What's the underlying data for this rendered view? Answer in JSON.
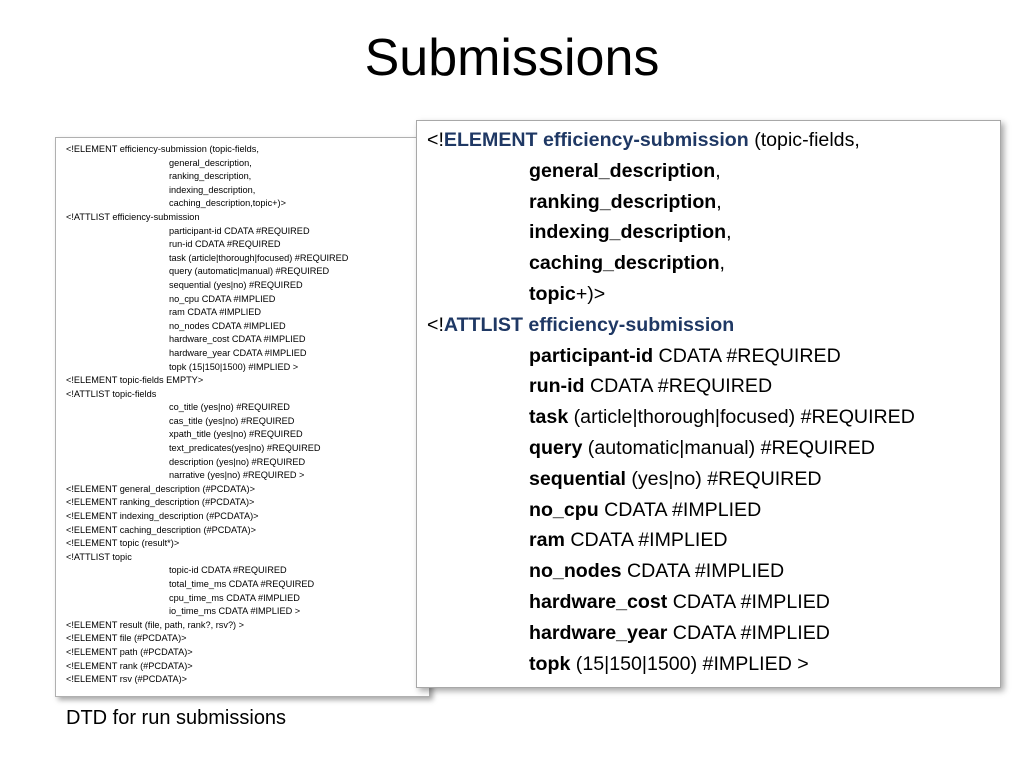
{
  "slide": {
    "title": "Submissions",
    "caption": "DTD for run submissions"
  },
  "full_dtd": [
    {
      "text": "<!ELEMENT efficiency-submission (topic-fields,",
      "indent": false
    },
    {
      "text": "general_description,",
      "indent": true
    },
    {
      "text": "ranking_description,",
      "indent": true
    },
    {
      "text": "indexing_description,",
      "indent": true
    },
    {
      "text": "caching_description,topic+)>",
      "indent": true
    },
    {
      "text": "<!ATTLIST efficiency-submission",
      "indent": false
    },
    {
      "text": "participant-id CDATA #REQUIRED",
      "indent": true
    },
    {
      "text": "run-id CDATA #REQUIRED",
      "indent": true
    },
    {
      "text": "task (article|thorough|focused) #REQUIRED",
      "indent": true
    },
    {
      "text": "query (automatic|manual) #REQUIRED",
      "indent": true
    },
    {
      "text": "sequential (yes|no) #REQUIRED",
      "indent": true
    },
    {
      "text": "no_cpu CDATA #IMPLIED",
      "indent": true
    },
    {
      "text": "ram CDATA #IMPLIED",
      "indent": true
    },
    {
      "text": "no_nodes CDATA #IMPLIED",
      "indent": true
    },
    {
      "text": "hardware_cost CDATA #IMPLIED",
      "indent": true
    },
    {
      "text": "hardware_year CDATA #IMPLIED",
      "indent": true
    },
    {
      "text": "topk (15|150|1500) #IMPLIED >",
      "indent": true
    },
    {
      "text": "<!ELEMENT topic-fields EMPTY>",
      "indent": false
    },
    {
      "text": "<!ATTLIST topic-fields",
      "indent": false
    },
    {
      "text": "co_title (yes|no) #REQUIRED",
      "indent": true
    },
    {
      "text": "cas_title (yes|no) #REQUIRED",
      "indent": true
    },
    {
      "text": "xpath_title (yes|no) #REQUIRED",
      "indent": true
    },
    {
      "text": "text_predicates(yes|no) #REQUIRED",
      "indent": true
    },
    {
      "text": "description (yes|no) #REQUIRED",
      "indent": true
    },
    {
      "text": "narrative (yes|no) #REQUIRED >",
      "indent": true
    },
    {
      "text": "<!ELEMENT general_description (#PCDATA)>",
      "indent": false
    },
    {
      "text": "<!ELEMENT ranking_description (#PCDATA)>",
      "indent": false
    },
    {
      "text": "<!ELEMENT indexing_description (#PCDATA)>",
      "indent": false
    },
    {
      "text": "<!ELEMENT caching_description (#PCDATA)>",
      "indent": false
    },
    {
      "text": "<!ELEMENT topic (result*)>",
      "indent": false
    },
    {
      "text": "<!ATTLIST topic",
      "indent": false
    },
    {
      "text": "topic-id CDATA #REQUIRED",
      "indent": true
    },
    {
      "text": "total_time_ms CDATA #REQUIRED",
      "indent": true
    },
    {
      "text": "cpu_time_ms CDATA #IMPLIED",
      "indent": true
    },
    {
      "text": "io_time_ms CDATA #IMPLIED >",
      "indent": true
    },
    {
      "text": "<!ELEMENT result (file, path, rank?, rsv?) >",
      "indent": false
    },
    {
      "text": "<!ELEMENT file (#PCDATA)>",
      "indent": false
    },
    {
      "text": "<!ELEMENT path (#PCDATA)>",
      "indent": false
    },
    {
      "text": "<!ELEMENT rank (#PCDATA)>",
      "indent": false
    },
    {
      "text": "<!ELEMENT rsv (#PCDATA)>",
      "indent": false
    }
  ],
  "zoom_dtd": [
    {
      "indent": false,
      "segments": [
        {
          "text": "<!",
          "style": "plain"
        },
        {
          "text": "ELEMENT efficiency-submission",
          "style": "keyword"
        },
        {
          "text": " (topic-fields,",
          "style": "plain"
        }
      ]
    },
    {
      "indent": true,
      "segments": [
        {
          "text": "general_description",
          "style": "name"
        },
        {
          "text": ",",
          "style": "plain"
        }
      ]
    },
    {
      "indent": true,
      "segments": [
        {
          "text": "ranking_description",
          "style": "name"
        },
        {
          "text": ",",
          "style": "plain"
        }
      ]
    },
    {
      "indent": true,
      "segments": [
        {
          "text": "indexing_description",
          "style": "name"
        },
        {
          "text": ",",
          "style": "plain"
        }
      ]
    },
    {
      "indent": true,
      "segments": [
        {
          "text": "caching_description",
          "style": "name"
        },
        {
          "text": ",",
          "style": "plain"
        }
      ]
    },
    {
      "indent": true,
      "segments": [
        {
          "text": "topic",
          "style": "name"
        },
        {
          "text": "+)>",
          "style": "plain"
        }
      ]
    },
    {
      "indent": false,
      "segments": [
        {
          "text": "<!",
          "style": "plain"
        },
        {
          "text": "ATTLIST efficiency-submission",
          "style": "keyword"
        }
      ]
    },
    {
      "indent": true,
      "segments": [
        {
          "text": "participant-id",
          "style": "name"
        },
        {
          "text": " CDATA #REQUIRED",
          "style": "plain"
        }
      ]
    },
    {
      "indent": true,
      "segments": [
        {
          "text": "run-id",
          "style": "name"
        },
        {
          "text": " CDATA #REQUIRED",
          "style": "plain"
        }
      ]
    },
    {
      "indent": true,
      "segments": [
        {
          "text": "task",
          "style": "name"
        },
        {
          "text": " (article|thorough|focused) #REQUIRED",
          "style": "plain"
        }
      ]
    },
    {
      "indent": true,
      "segments": [
        {
          "text": "query",
          "style": "name"
        },
        {
          "text": " (automatic|manual) #REQUIRED",
          "style": "plain"
        }
      ]
    },
    {
      "indent": true,
      "segments": [
        {
          "text": "sequential",
          "style": "name"
        },
        {
          "text": " (yes|no) #REQUIRED",
          "style": "plain"
        }
      ]
    },
    {
      "indent": true,
      "segments": [
        {
          "text": "no_cpu",
          "style": "name"
        },
        {
          "text": " CDATA #IMPLIED",
          "style": "plain"
        }
      ]
    },
    {
      "indent": true,
      "segments": [
        {
          "text": "ram",
          "style": "name"
        },
        {
          "text": " CDATA #IMPLIED",
          "style": "plain"
        }
      ]
    },
    {
      "indent": true,
      "segments": [
        {
          "text": "no_nodes",
          "style": "name"
        },
        {
          "text": " CDATA #IMPLIED",
          "style": "plain"
        }
      ]
    },
    {
      "indent": true,
      "segments": [
        {
          "text": "hardware_cost",
          "style": "name"
        },
        {
          "text": " CDATA #IMPLIED",
          "style": "plain"
        }
      ]
    },
    {
      "indent": true,
      "segments": [
        {
          "text": "hardware_year",
          "style": "name"
        },
        {
          "text": " CDATA #IMPLIED",
          "style": "plain"
        }
      ]
    },
    {
      "indent": true,
      "segments": [
        {
          "text": "topk",
          "style": "name"
        },
        {
          "text": " (15|150|1500) #IMPLIED >",
          "style": "plain"
        }
      ]
    }
  ],
  "colors": {
    "keyword": "#1f3864",
    "text": "#000000",
    "background": "#ffffff"
  }
}
